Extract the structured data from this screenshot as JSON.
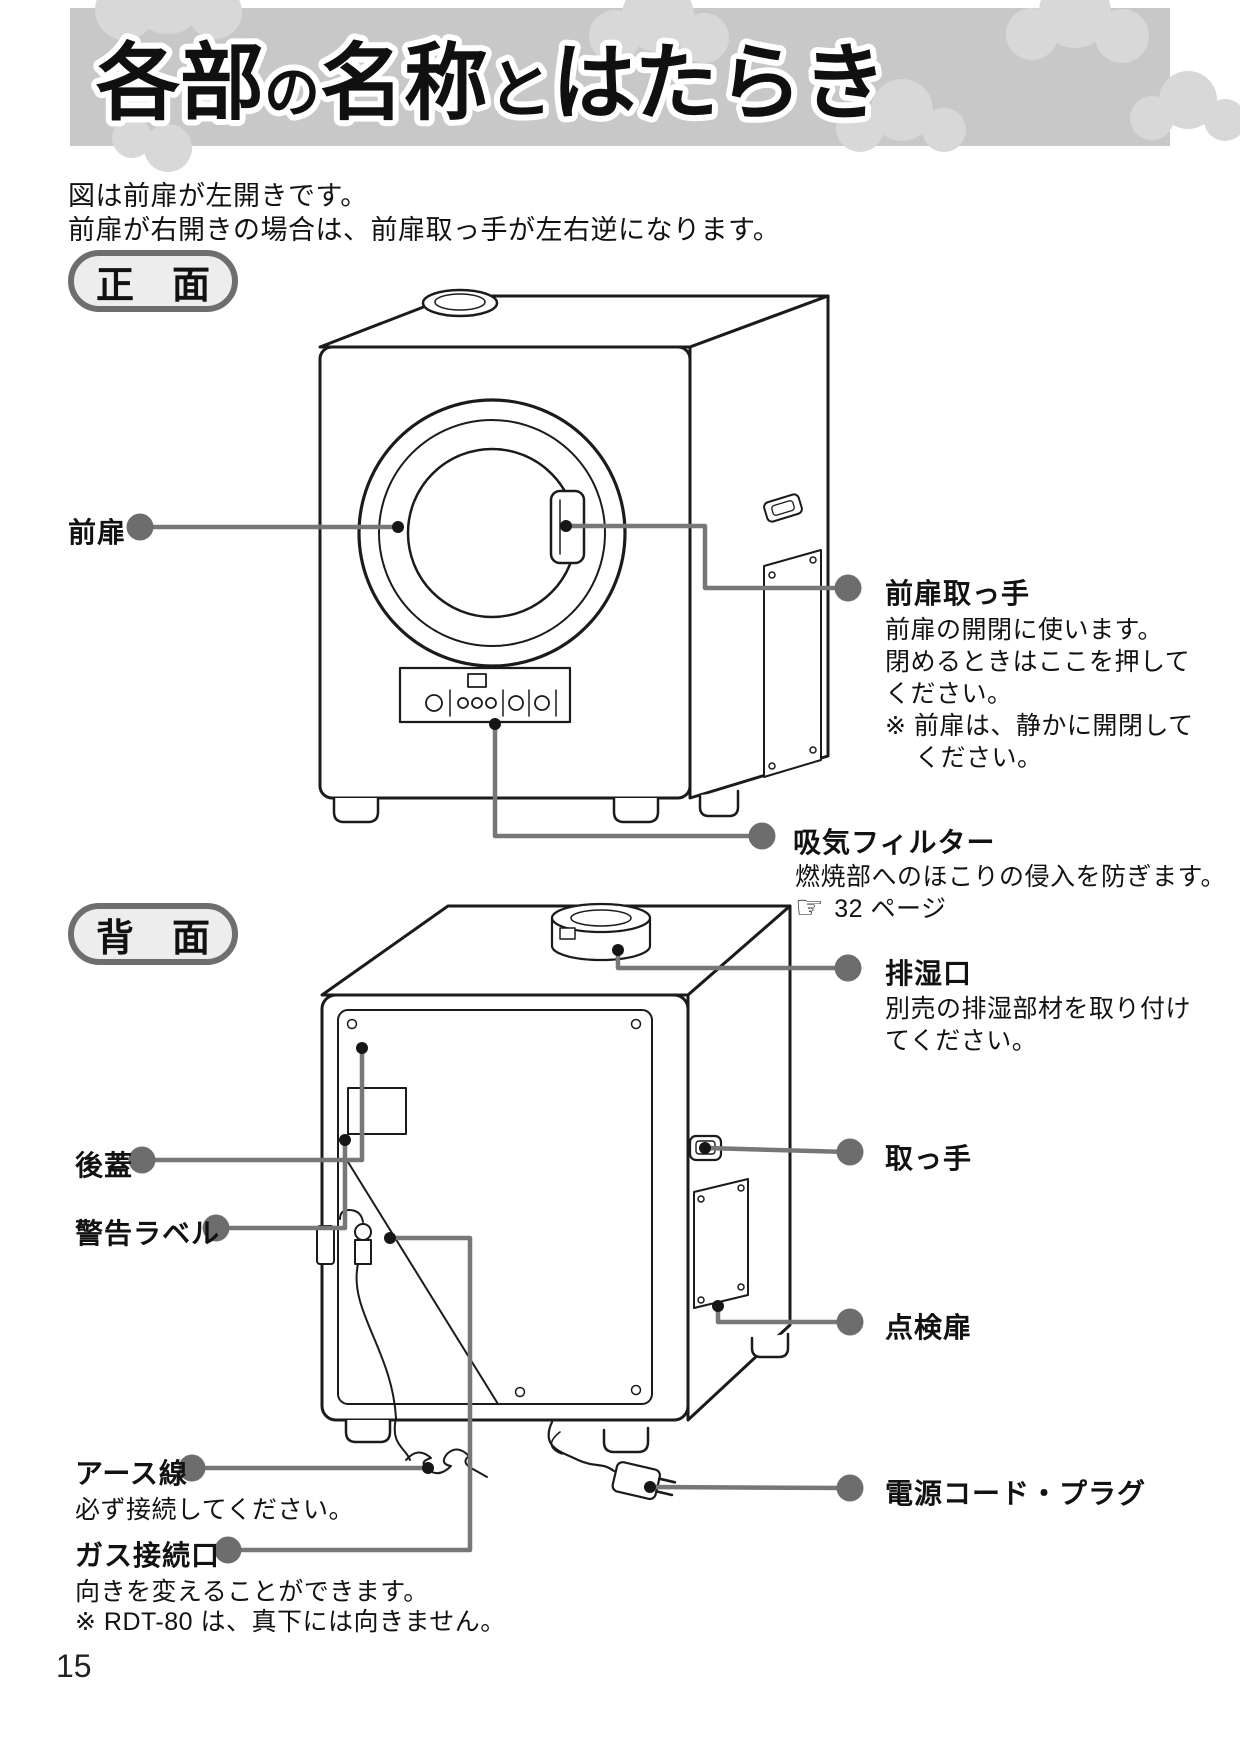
{
  "header": {
    "title_parts": [
      {
        "text": "各部"
      },
      {
        "text": "の"
      },
      {
        "text": "名称"
      },
      {
        "text": "と"
      },
      {
        "text": "はたらき"
      }
    ]
  },
  "intro": {
    "line1": "図は前扉が左開きです。",
    "line2": "前扉が右開きの場合は、前扉取っ手が左右逆になります。"
  },
  "front_section": {
    "badge": "正　面",
    "front_door": {
      "label": "前扉"
    },
    "door_handle": {
      "label": "前扉取っ手",
      "desc": [
        "前扉の開閉に使います。",
        "閉めるときはここを押して",
        "ください。"
      ],
      "note": [
        "※ 前扉は、静かに開閉して",
        "ください。"
      ]
    },
    "intake_filter": {
      "label": "吸気フィルター",
      "desc": "燃焼部へのほこりの侵入を防ぎます。",
      "ref_icon": "☞",
      "ref_text": "32 ページ"
    }
  },
  "back_section": {
    "badge": "背　面",
    "exhaust_port": {
      "label": "排湿口",
      "desc": [
        "別売の排湿部材を取り付け",
        "てください。"
      ]
    },
    "back_cover": {
      "label": "後蓋"
    },
    "warning_label": {
      "label": "警告ラベル"
    },
    "handle": {
      "label": "取っ手"
    },
    "inspection_door": {
      "label": "点検扉"
    },
    "earth_wire": {
      "label": "アース線",
      "desc": "必ず接続してください。"
    },
    "gas_connection": {
      "label": "ガス接続口",
      "desc": [
        "向きを変えることができます。",
        "※ RDT-80 は、真下には向きません。"
      ]
    },
    "power_cord": {
      "label": "電源コード・プラグ"
    }
  },
  "footer": {
    "page_number": "15"
  },
  "colors": {
    "banner_bg": "#c8c8c8",
    "cloud": "#d8d8d8",
    "leader": "#777777",
    "dot_gray": "#6d6d6d",
    "dot_black": "#161616"
  }
}
